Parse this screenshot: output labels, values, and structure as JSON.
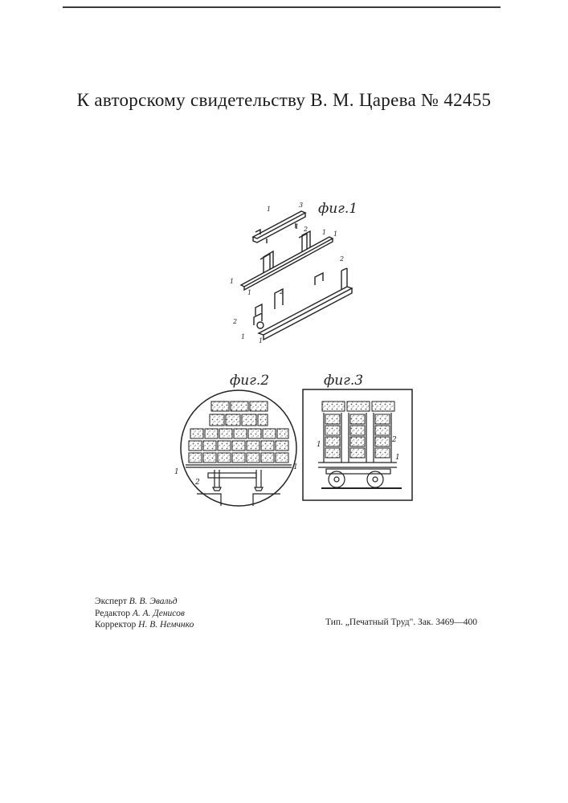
{
  "title": "К авторскому свидетельству В. М. Царева № 42455",
  "figures": {
    "fig1_label": "фиг.1",
    "fig2_label": "фиг.2",
    "fig3_label": "фиг.3"
  },
  "credits": [
    {
      "role": "Эксперт",
      "name": "В. В. Эвальд"
    },
    {
      "role": "Редактор",
      "name": "А. А. Денисов"
    },
    {
      "role": "Корректор",
      "name": "Н. В. Немчнко"
    }
  ],
  "printer": "Тип. „Печатный Труд\". Зак. 3469—400"
}
